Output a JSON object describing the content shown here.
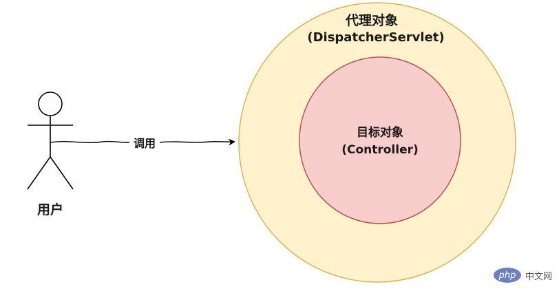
{
  "diagram": {
    "outer_node": {
      "title": "代理对象",
      "subtitle": "(DispatcherServlet)",
      "fill": "#fff2cc",
      "stroke": "#d6b656"
    },
    "inner_node": {
      "title": "目标对象",
      "subtitle": "(Controller)",
      "fill": "#f8cecc",
      "stroke": "#b85450"
    },
    "actor": {
      "label": "用户",
      "icon": "stick-figure-icon"
    },
    "edge": {
      "label": "调用",
      "from": "actor",
      "to": "outer_node"
    }
  },
  "watermark": {
    "badge": "php",
    "text": "中文网"
  }
}
